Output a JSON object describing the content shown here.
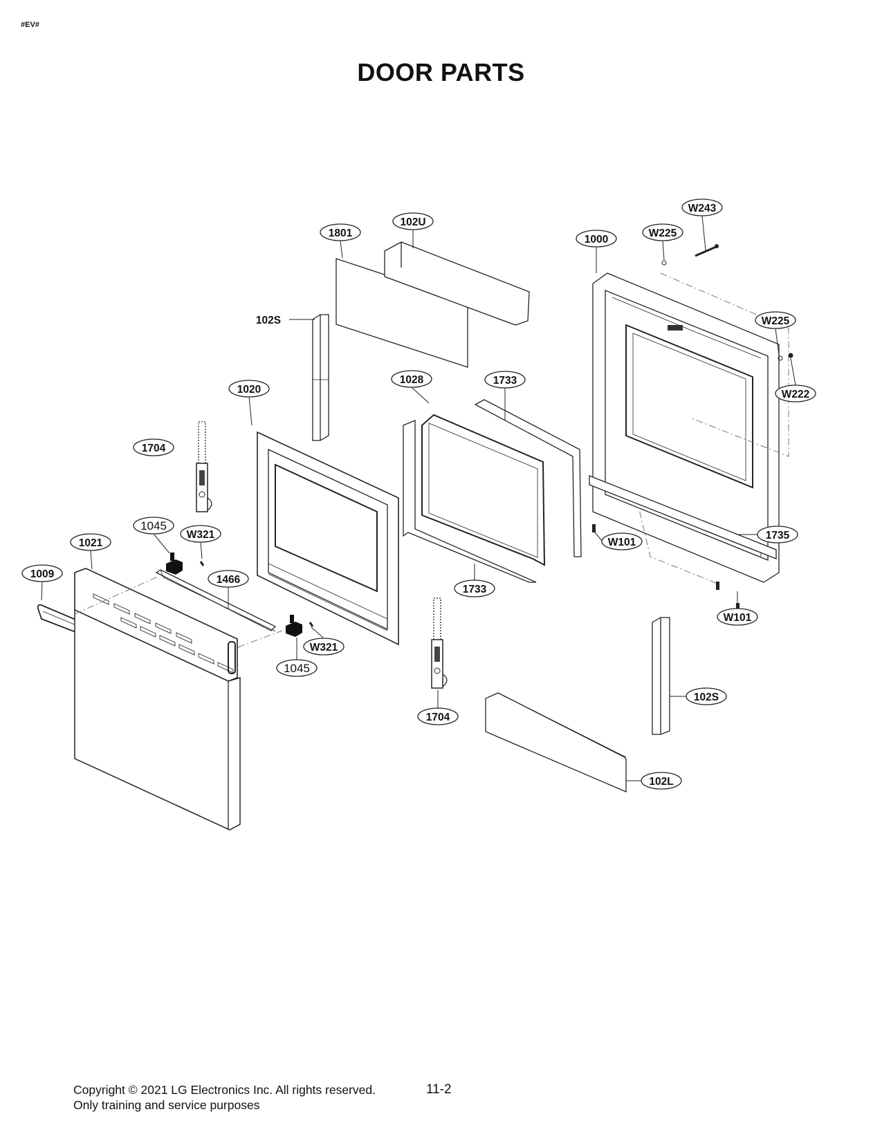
{
  "header": {
    "marker": "#EV#"
  },
  "title": "DOOR PARTS",
  "callouts": [
    {
      "id": "1801",
      "text": "1801"
    },
    {
      "id": "102U",
      "text": "102U"
    },
    {
      "id": "1000",
      "text": "1000"
    },
    {
      "id": "W225a",
      "text": "W225"
    },
    {
      "id": "W243",
      "text": "W243"
    },
    {
      "id": "102Sa",
      "text": "102S"
    },
    {
      "id": "W225b",
      "text": "W225"
    },
    {
      "id": "W222",
      "text": "W222"
    },
    {
      "id": "1028",
      "text": "1028"
    },
    {
      "id": "1733a",
      "text": "1733"
    },
    {
      "id": "1020",
      "text": "1020"
    },
    {
      "id": "1704a",
      "text": "1704"
    },
    {
      "id": "1045a",
      "text": "1045"
    },
    {
      "id": "W321a",
      "text": "W321"
    },
    {
      "id": "1021",
      "text": "1021"
    },
    {
      "id": "1009",
      "text": "1009"
    },
    {
      "id": "1466",
      "text": "1466"
    },
    {
      "id": "W101a",
      "text": "W101"
    },
    {
      "id": "1735",
      "text": "1735"
    },
    {
      "id": "1733b",
      "text": "1733"
    },
    {
      "id": "W321b",
      "text": "W321"
    },
    {
      "id": "1045b",
      "text": "1045"
    },
    {
      "id": "W101b",
      "text": "W101"
    },
    {
      "id": "102Sb",
      "text": "102S"
    },
    {
      "id": "1704b",
      "text": "1704"
    },
    {
      "id": "102L",
      "text": "102L"
    }
  ],
  "footer": {
    "copyright": "Copyright © 2021 LG Electronics Inc. All rights reserved.",
    "purpose": "Only training and service purposes",
    "page": "11-2"
  }
}
